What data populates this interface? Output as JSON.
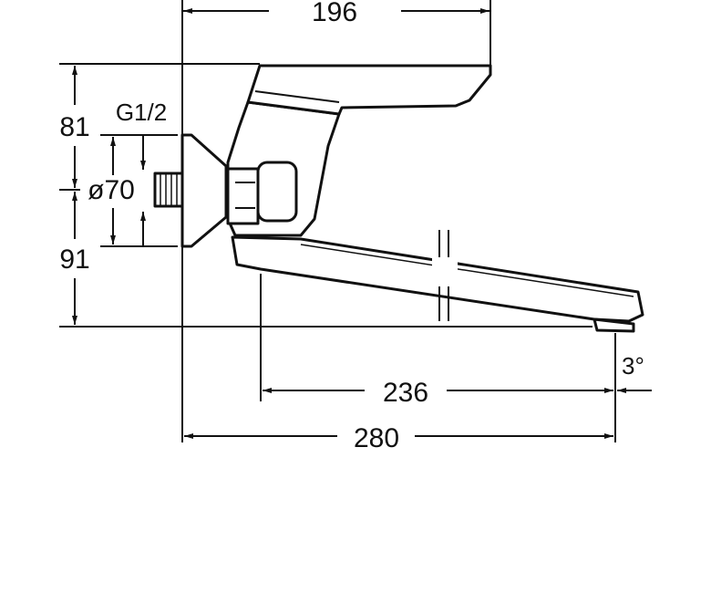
{
  "dimensions": {
    "top_width": "196",
    "height_upper": "81",
    "thread": "G1/2",
    "rosette_diameter": "ø70",
    "height_lower": "91",
    "spout_reach": "236",
    "total_reach": "280",
    "spout_angle": "3°"
  }
}
